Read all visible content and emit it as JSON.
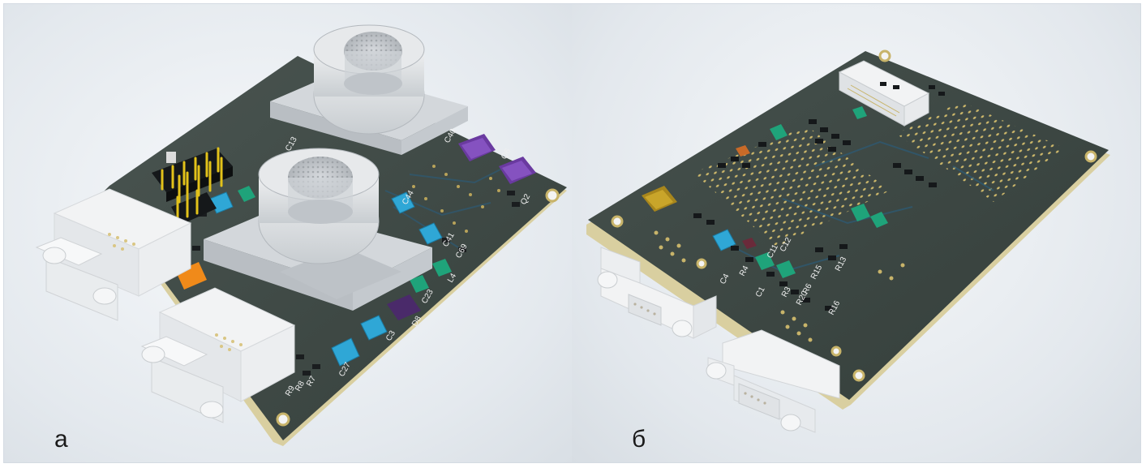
{
  "panels": [
    {
      "label": "а"
    },
    {
      "label": "б"
    }
  ],
  "board_a": {
    "silkscreen": [
      "C27",
      "C3",
      "D8",
      "C23",
      "L4",
      "C69",
      "C41",
      "C40",
      "C44",
      "R7",
      "R8",
      "R9",
      "C13",
      "Q6",
      "Q2"
    ]
  },
  "board_b": {
    "silkscreen": [
      "C4",
      "C1",
      "R3",
      "R20",
      "R16",
      "R15",
      "R13",
      "C11",
      "C12",
      "R6",
      "R4"
    ]
  },
  "colors": {
    "pcb": "#3f4a46",
    "pcb_edge": "#d9cfa0",
    "capacitor": "#2fa7d6",
    "inductor": "#1fa37a",
    "chip_purple": "#6a3aa0",
    "pin_gold": "#e2c21a",
    "pad": "#c8b46a",
    "connector": "#f2f3f4"
  }
}
